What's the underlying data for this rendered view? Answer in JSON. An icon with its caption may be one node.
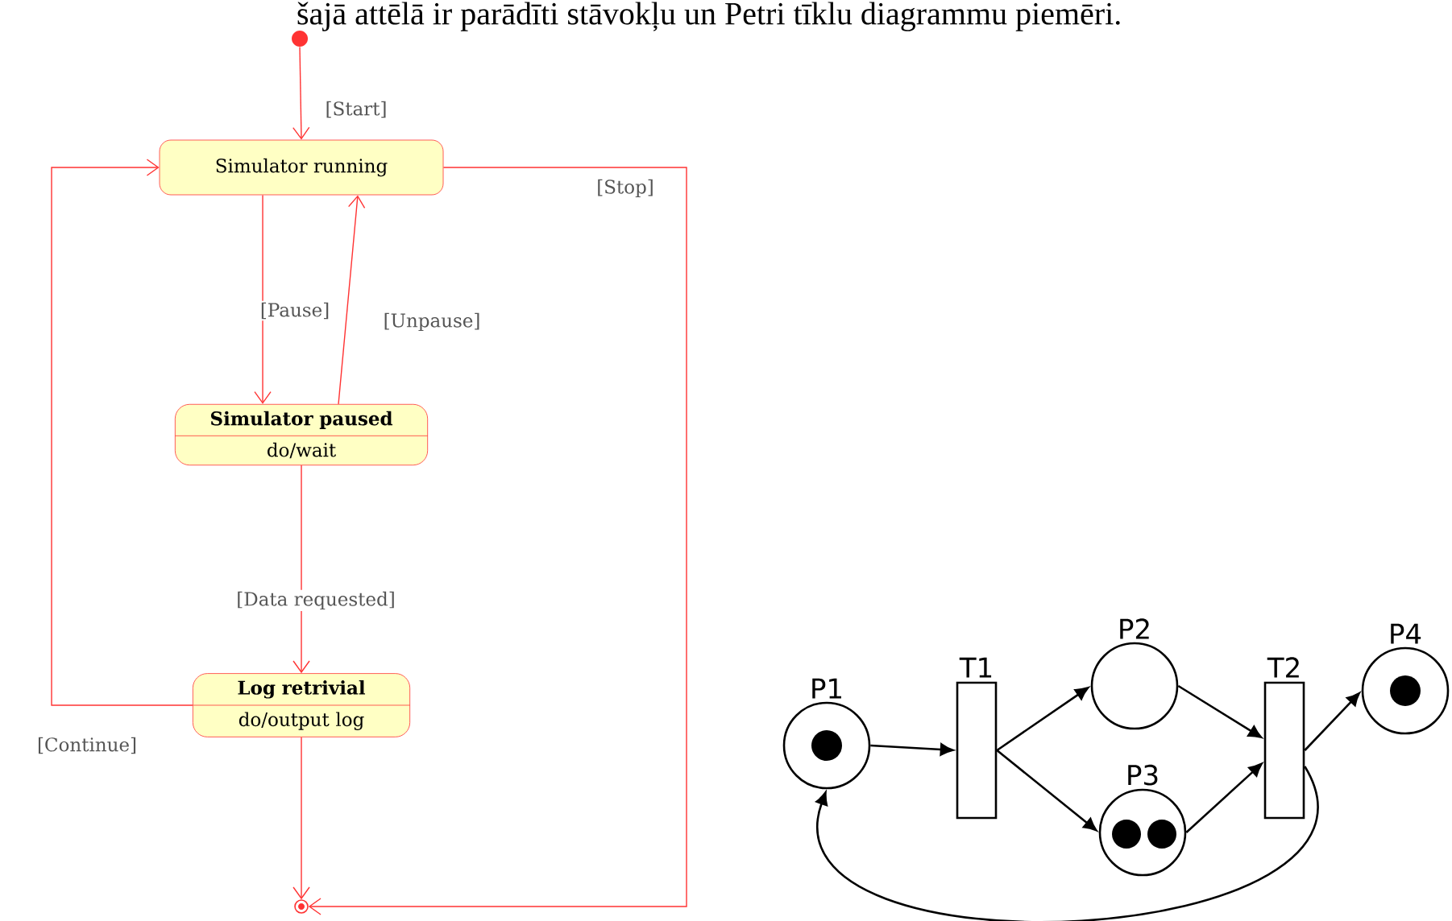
{
  "diagram": {
    "nodes": [
      {
        "text": [],
        "shape": "circle"
      },
      {
        "text": [
          "Simulator running"
        ]
      },
      {
        "text": [
          "Simulator paused",
          "do/wait"
        ]
      },
      {
        "text": [
          "Log retrivial",
          "do/output log"
        ]
      },
      {
        "text": [],
        "shape": "circle"
      },
      {
        "text": [
          "P1"
        ]
      },
      {
        "text": [
          "T1"
        ]
      },
      {
        "text": [
          "P2"
        ]
      },
      {
        "text": [
          "P3"
        ]
      },
      {
        "text": [
          "T2"
        ]
      },
      {
        "text": [
          "P4"
        ]
      }
    ],
    "edges": [
      {
        "from": 0,
        "to": 1,
        "arrow": "to",
        "label": "[Start]"
      },
      {
        "from": 1,
        "to": 2,
        "arrow": "to",
        "label": "[Pause]"
      },
      {
        "from": 2,
        "to": 1,
        "arrow": "to",
        "label": "[Unpause]"
      },
      {
        "from": 2,
        "to": 3,
        "arrow": "to",
        "label": "[Data requested]"
      },
      {
        "from": 3,
        "to": 1,
        "arrow": "to",
        "label": "[Continue]"
      },
      {
        "from": 1,
        "to": 4,
        "arrow": "to",
        "label": "[Stop]"
      },
      {
        "from": 3,
        "to": 4,
        "arrow": "to"
      },
      {
        "from": 5,
        "to": 6,
        "arrow": "to",
        "color": "#000000"
      },
      {
        "from": 6,
        "to": 7,
        "arrow": "to",
        "color": "#000000"
      },
      {
        "from": 6,
        "to": 8,
        "arrow": "to",
        "color": "#000000"
      },
      {
        "from": 7,
        "to": 9,
        "arrow": "to",
        "color": "#000000"
      },
      {
        "from": 8,
        "to": 9,
        "arrow": "to",
        "color": "#000000"
      },
      {
        "from": 9,
        "to": 10,
        "arrow": "to",
        "color": "#000000"
      },
      {
        "from": 9,
        "to": 5,
        "arrow": "to",
        "color": "#000000"
      }
    ],
    "labels": [
      "šajā attēlā ir parādīti stāvokļu un Petri tīklu diagrammu piemēri."
    ]
  }
}
